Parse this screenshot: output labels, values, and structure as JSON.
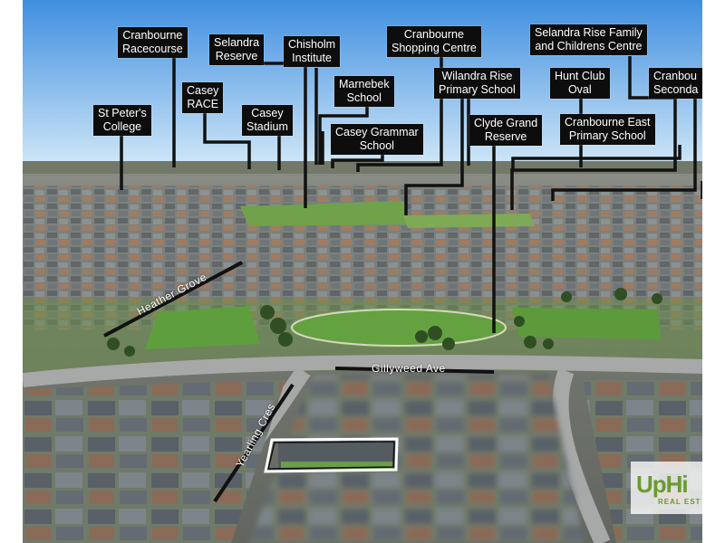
{
  "callouts": {
    "cranbourne_racecourse": [
      "Cranbourne",
      "Racecourse"
    ],
    "selandra_reserve": [
      "Selandra",
      "Reserve"
    ],
    "chisholm_institute": [
      "Chisholm",
      "Institute"
    ],
    "cranbourne_shopping_centre": [
      "Cranbourne",
      "Shopping Centre"
    ],
    "selandra_rise_family": [
      "Selandra Rise Family",
      "and Childrens Centre"
    ],
    "cranbourne_secondary": [
      "Cranbou",
      "Seconda"
    ],
    "casey_race": [
      "Casey",
      "RACE"
    ],
    "casey_stadium": [
      "Casey",
      "Stadium"
    ],
    "marnebek_school": [
      "Marnebek",
      "School"
    ],
    "wilandra_rise": [
      "Wilandra Rise",
      "Primary School"
    ],
    "hunt_club_oval": [
      "Hunt Club",
      "Oval"
    ],
    "st_peters_college": [
      "St Peter's",
      "College"
    ],
    "casey_grammar": [
      "Casey Grammar",
      "School"
    ],
    "clyde_grand_reserve": [
      "Clyde Grand",
      "Reserve"
    ],
    "cranbourne_east_primary": [
      "Cranbourne East",
      "Primary School"
    ]
  },
  "streets": {
    "heather_grove": "Heather Grove",
    "gillyweed_ave": "Gillyweed Ave",
    "yearling_cres": "Yearling Cres"
  },
  "logo": {
    "main": "UpHi",
    "sub": "REAL EST"
  },
  "colors": {
    "sky_top": "#3f8fe0",
    "sky_bottom": "#cfe6f7",
    "grass": "#5e9a3c",
    "roof": "#6f7479",
    "road": "#9a9b9b",
    "brand_green": "#6b9a2f"
  }
}
